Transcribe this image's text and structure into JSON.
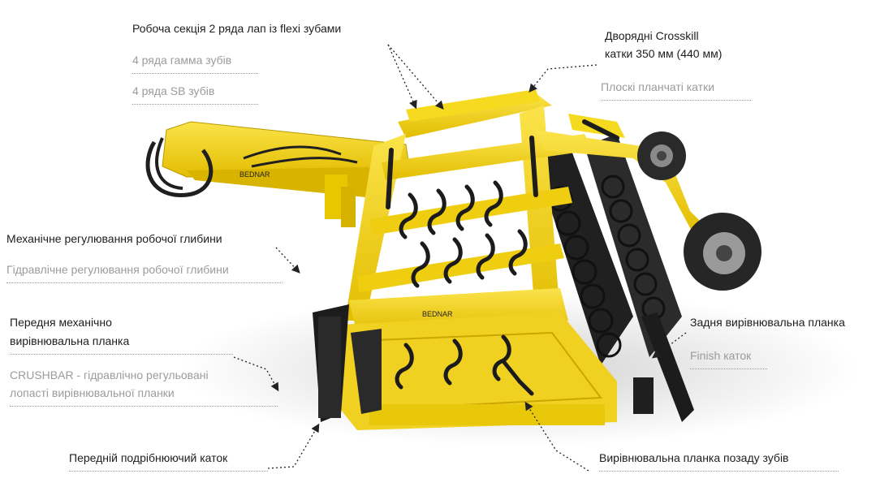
{
  "labels": {
    "flexi": "Робоча секція 2 ряда лап із flexi зубами",
    "gamma": "4 ряда гамма зубів",
    "sb": "4 ряда SB зубів",
    "crosskill_line1": "Дворядні Crosskill",
    "crosskill_line2": "катки 350 мм (440 мм)",
    "flat_rollers": "Плоскі планчаті катки",
    "mech_depth": "Механічне регулювання робочої глибини",
    "hyd_depth": "Гідравлічне регулювання робочої глибини",
    "front_bar_line1": "Передня механічно",
    "front_bar_line2": "вирівнювальна планка",
    "crushbar_line1": "CRUSHBAR - гідравлічно регульовані",
    "crushbar_line2": "лопасті вирівнювальної планки",
    "rear_bar": "Задня вирівнювальна планка",
    "finish_roller": "Finish каток",
    "front_roller": "Передній подрібнюючий каток",
    "bar_behind_teeth": "Вирівнювальна планка позаду зубів"
  },
  "machine": {
    "brand_text": "BEDNAR",
    "frame_color": "#f2d20f",
    "dark_color": "#1f1f1f",
    "tyre_color": "#2a2a2a"
  }
}
